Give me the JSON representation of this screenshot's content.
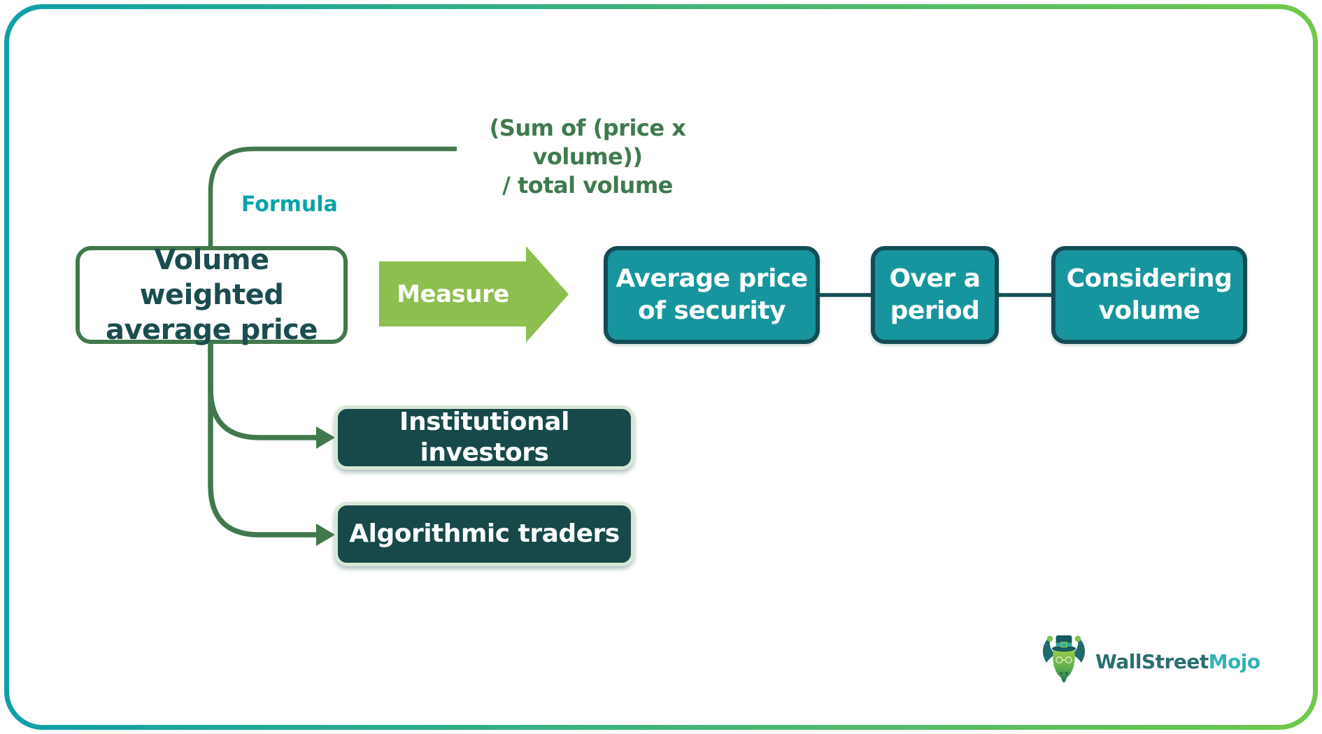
{
  "diagram": {
    "formula_annotation": {
      "line1": "(Sum of (price x volume))",
      "line2": "/ total volume"
    },
    "formula_label": "Formula",
    "root_node": {
      "line1": "Volume weighted",
      "line2": "average price"
    },
    "measure_arrow_label": "Measure",
    "result_nodes": [
      {
        "line1": "Average price",
        "line2": "of security"
      },
      {
        "line1": "Over a",
        "line2": "period"
      },
      {
        "line1": "Considering",
        "line2": "volume"
      }
    ],
    "user_nodes": [
      "Institutional investors",
      "Algorithmic traders"
    ]
  },
  "branding": {
    "brand_first": "WallStreet",
    "brand_second": "Mojo"
  },
  "colors": {
    "border_gradient_left": "#0f9fa8",
    "border_gradient_right": "#70c94b",
    "connector_green": "#41794C",
    "arrow_green": "#8DBF4F",
    "teal_node_fill": "#17959E",
    "teal_node_border": "#134C54",
    "dark_node_fill": "#17494A",
    "dark_node_border": "#D9E7D6",
    "formula_label_teal": "#0AA2A8",
    "formula_text_green": "#3F7A4E",
    "root_text_dark_teal": "#1B4D50",
    "brand_dark": "#2B6E72",
    "brand_teal": "#33B3B7"
  }
}
